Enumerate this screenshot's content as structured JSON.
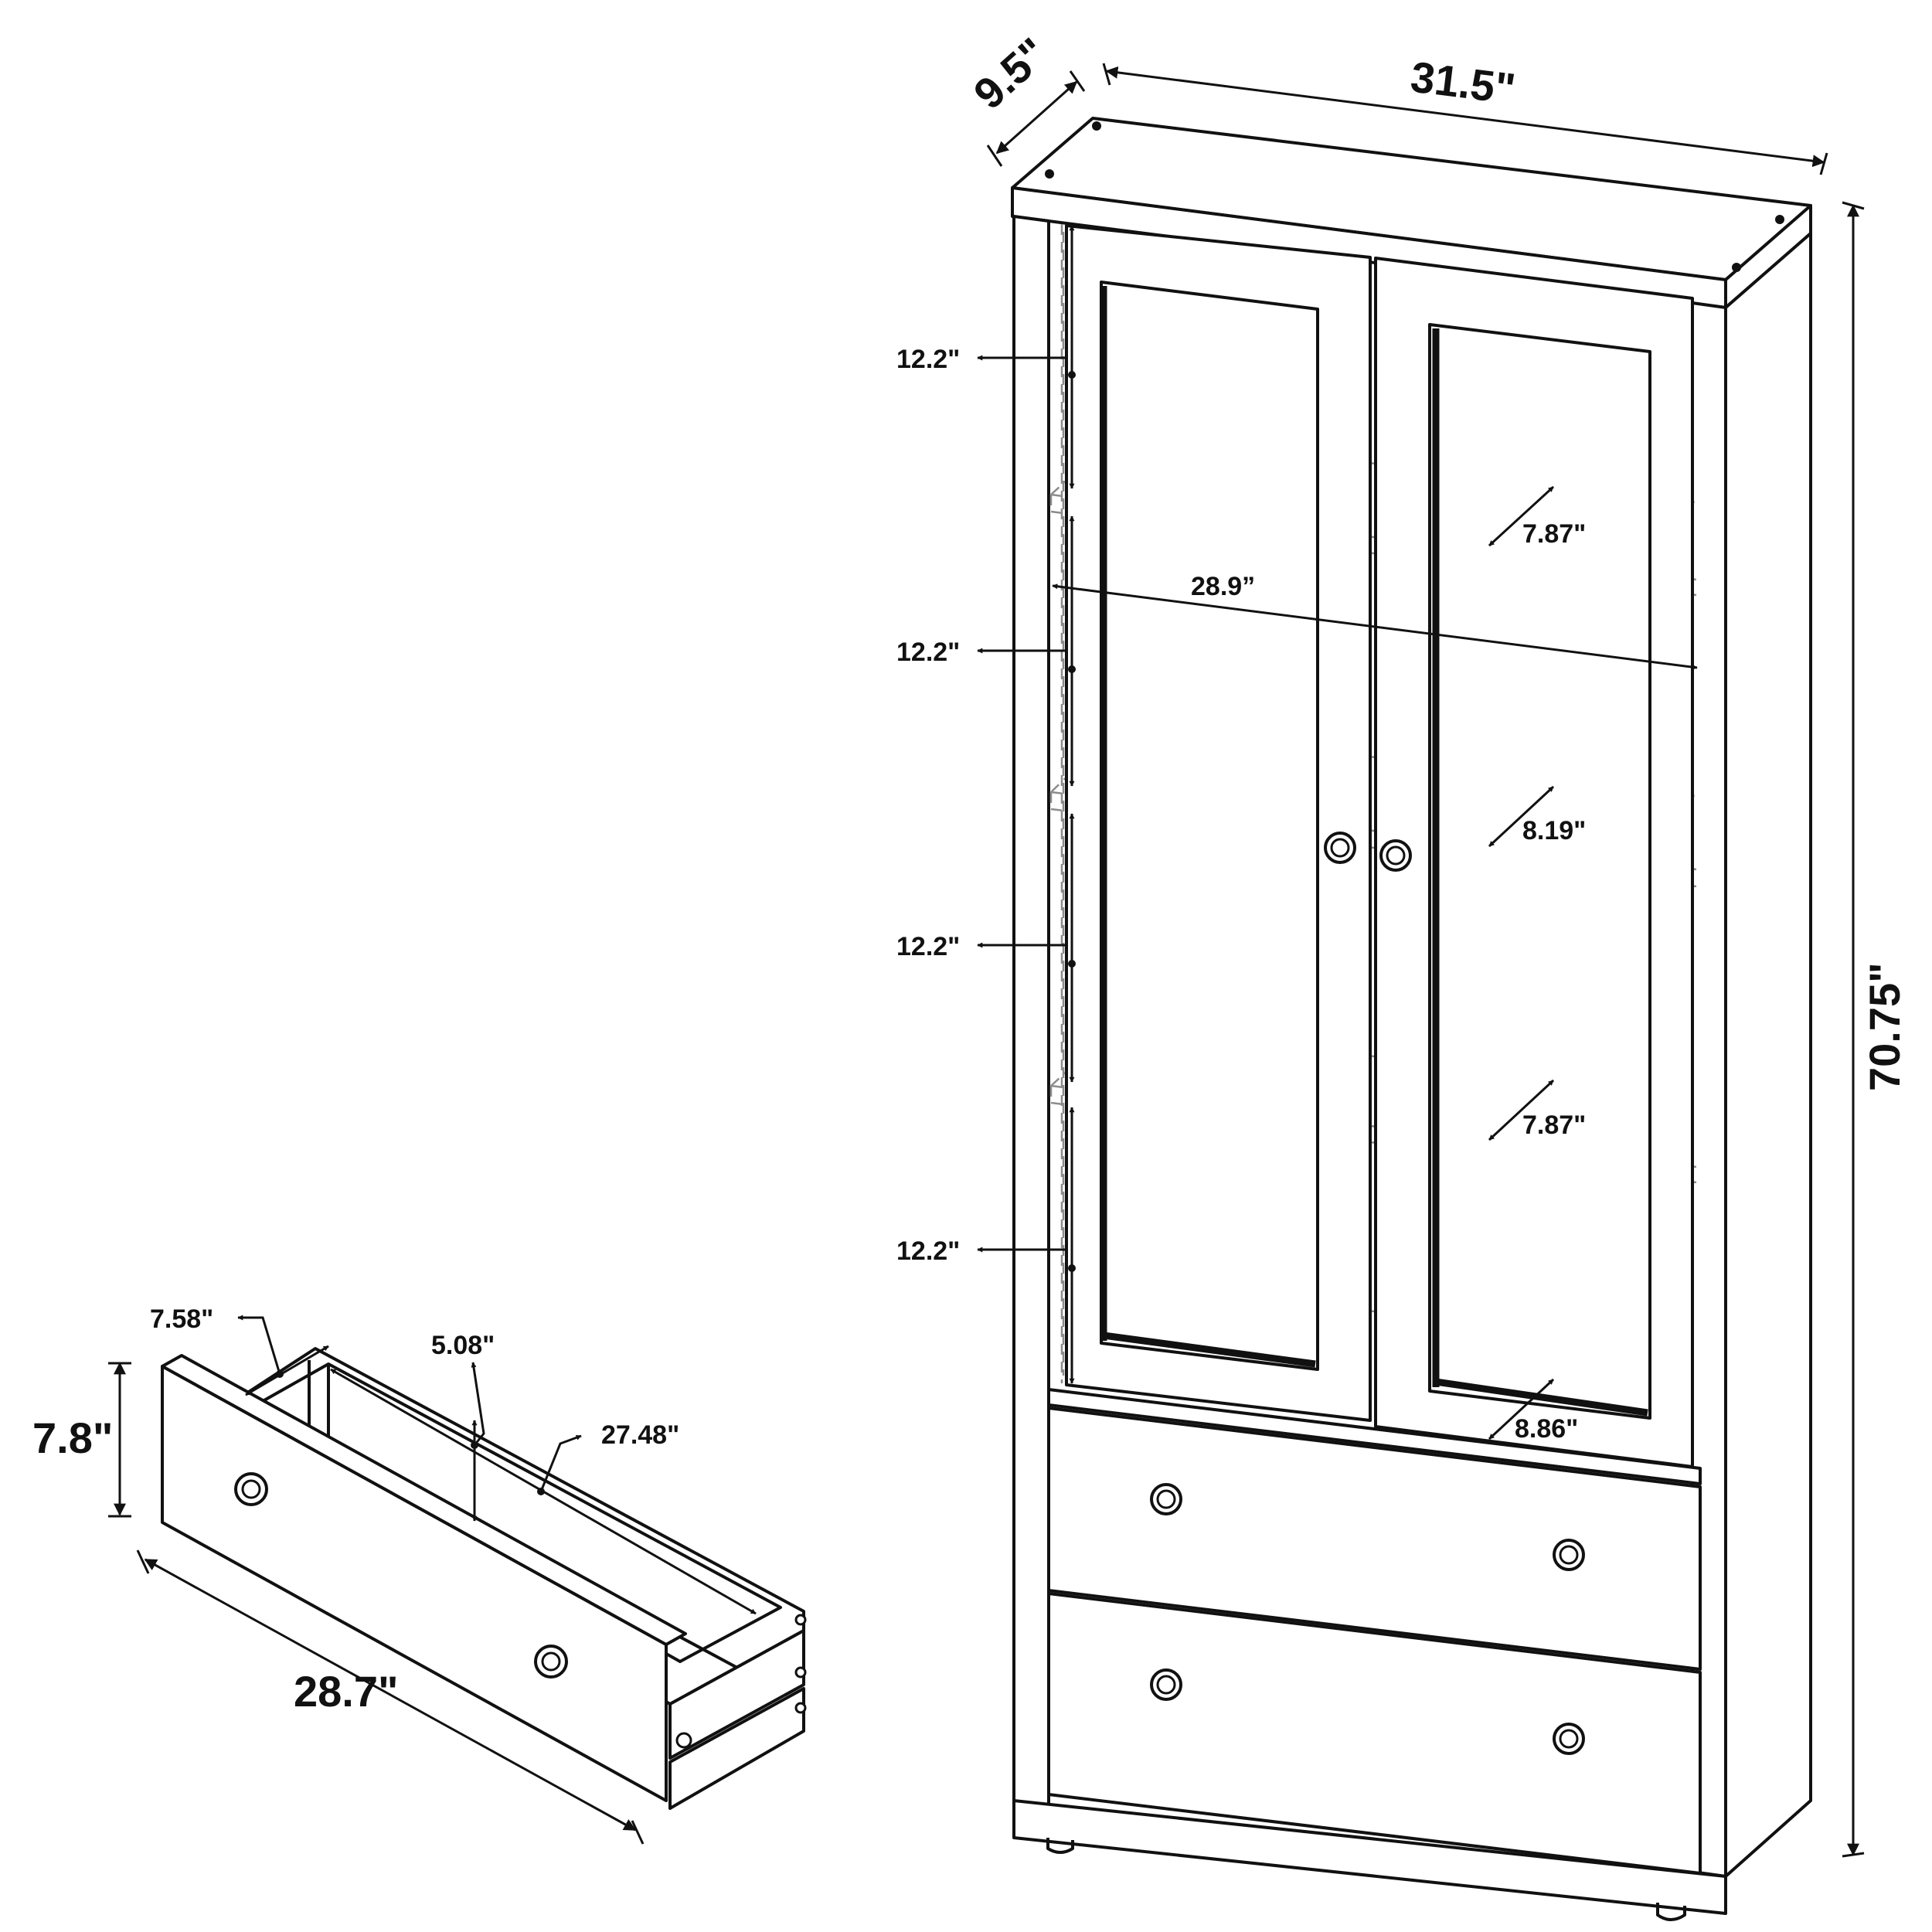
{
  "cabinet": {
    "width": "31.5\"",
    "depth": "9.5\"",
    "height": "70.75\"",
    "interior_width": "28.9”",
    "shelf_spacing": [
      "12.2\"",
      "12.2\"",
      "12.2\"",
      "12.2\""
    ],
    "shelf_depths": [
      "7.87\"",
      "8.19\"",
      "7.87\"",
      "8.86\""
    ]
  },
  "drawer": {
    "height": "7.8\"",
    "width": "28.7\"",
    "inner_depth": "7.58\"",
    "inner_height": "5.08\"",
    "inner_width": "27.48\""
  }
}
